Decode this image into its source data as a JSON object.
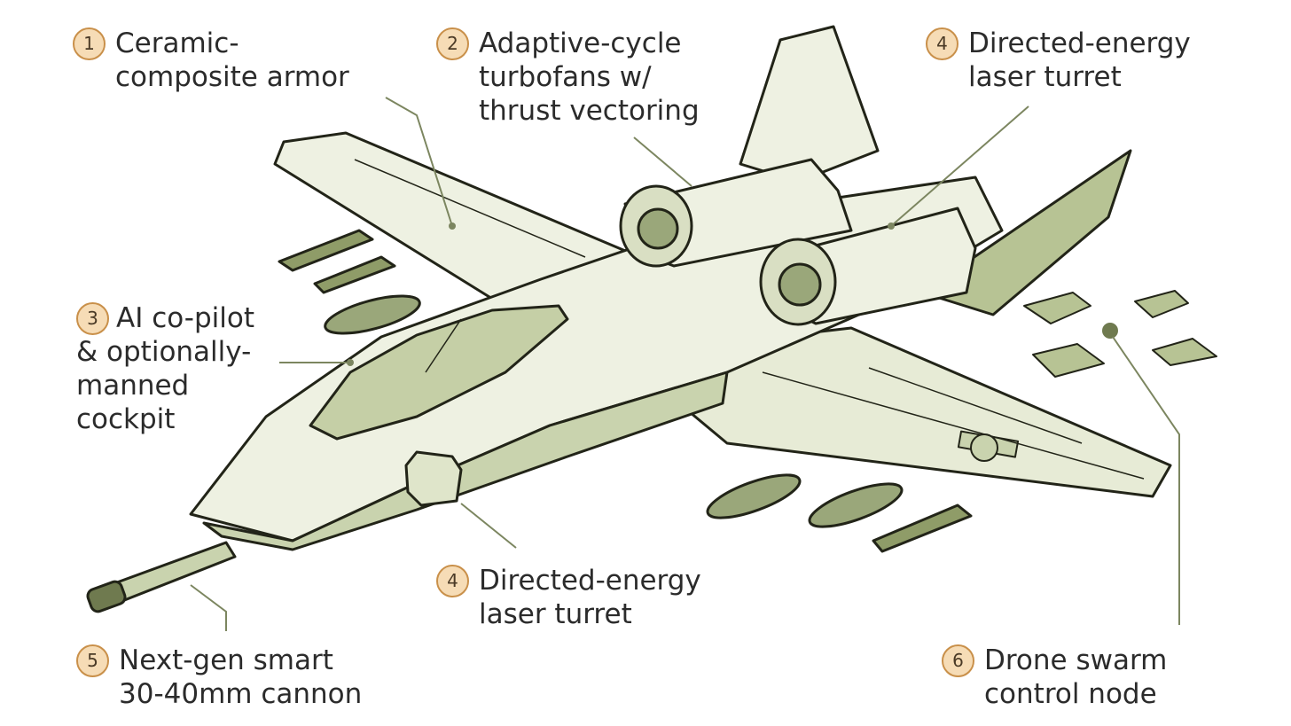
{
  "callouts": [
    {
      "id": "armor",
      "number": "1",
      "lines": [
        "Ceramic-",
        "composite armor"
      ]
    },
    {
      "id": "turbofans",
      "number": "2",
      "lines": [
        "Adaptive-cycle",
        "turbofans w/",
        "thrust vectoring"
      ]
    },
    {
      "id": "laser-top",
      "number": "4",
      "lines": [
        "Directed-energy",
        "laser turret"
      ]
    },
    {
      "id": "cockpit",
      "number": "3",
      "lines": [
        "AI co-pilot",
        "& optionally-",
        "manned",
        "cockpit"
      ]
    },
    {
      "id": "laser-bottom",
      "number": "4",
      "lines": [
        "Directed-energy",
        "laser turret"
      ]
    },
    {
      "id": "cannon",
      "number": "5",
      "lines": [
        "Next-gen smart",
        "30-40mm cannon"
      ]
    },
    {
      "id": "drone",
      "number": "6",
      "lines": [
        "Drone swarm",
        "control node"
      ]
    }
  ],
  "colors": {
    "fill_light": "#eef1e2",
    "fill_mid": "#c9d3ae",
    "fill_dark": "#8f9c68",
    "line": "#222418",
    "leader": "#7c8660",
    "badge_bg": "#f6dcb6",
    "badge_border": "#c9904a"
  }
}
